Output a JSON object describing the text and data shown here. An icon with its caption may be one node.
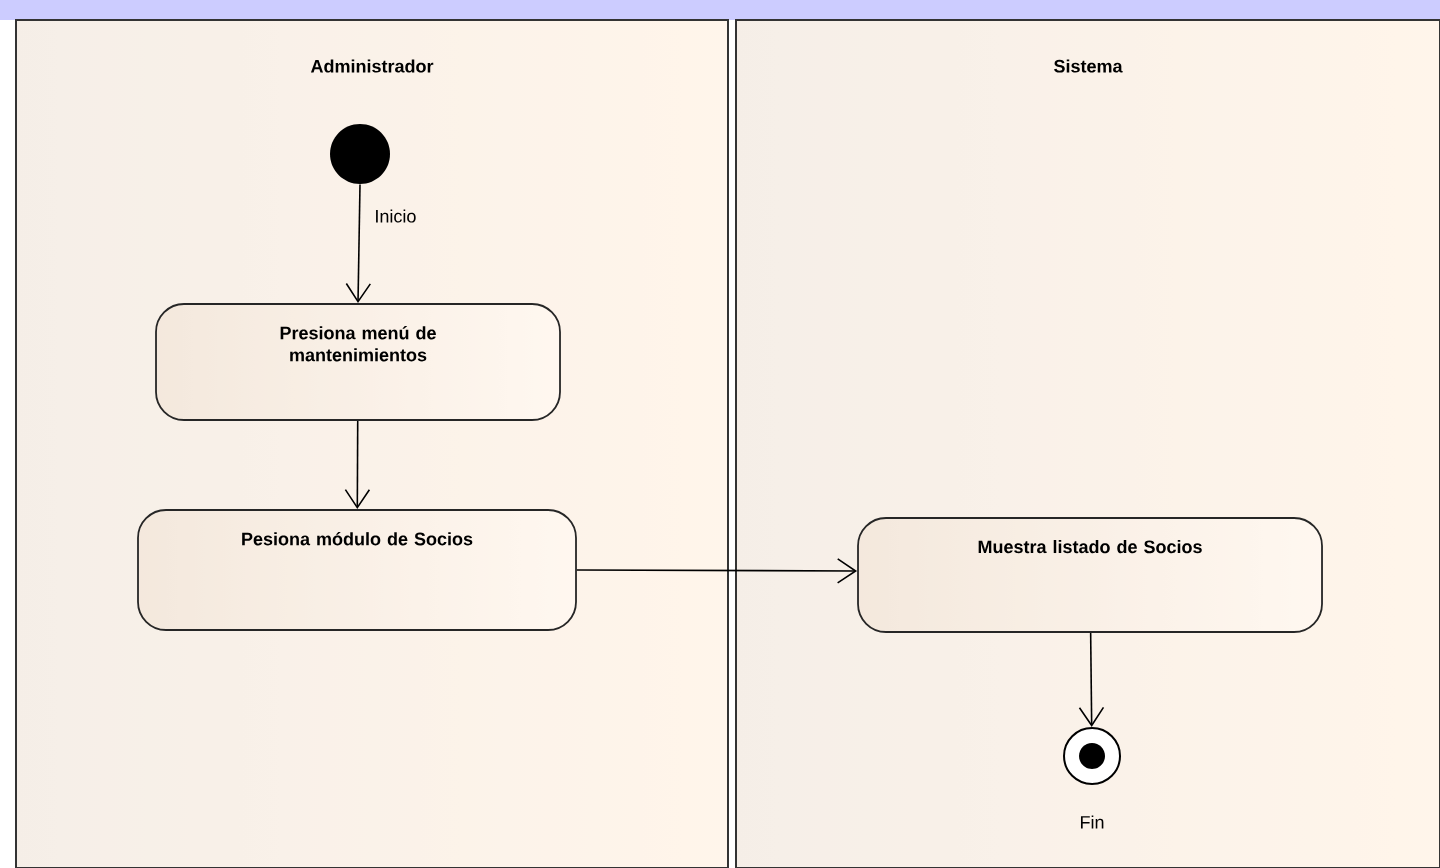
{
  "diagram": {
    "nodes": [
      {
        "text": [
          "Administrador"
        ]
      },
      {
        "text": [
          "Sistema"
        ]
      },
      {
        "text": [],
        "shape": "circle",
        "in": 0,
        "beside": [
          "Inicio"
        ]
      },
      {
        "text": [
          "Presiona menú de mantenimientos"
        ],
        "in": 0
      },
      {
        "text": [
          "Pesiona módulo de Socios"
        ],
        "in": 0
      },
      {
        "text": [
          "Muestra listado de Socios"
        ],
        "in": 1
      },
      {
        "text": [],
        "shape": "circle",
        "in": 1,
        "beside": [
          "Fin"
        ]
      }
    ],
    "edges": [
      {
        "from": 2,
        "to": 3,
        "arrow": "to"
      },
      {
        "from": 3,
        "to": 4,
        "arrow": "to"
      },
      {
        "from": 4,
        "to": 5,
        "arrow": "to"
      },
      {
        "from": 5,
        "to": 6,
        "arrow": "to"
      }
    ]
  }
}
